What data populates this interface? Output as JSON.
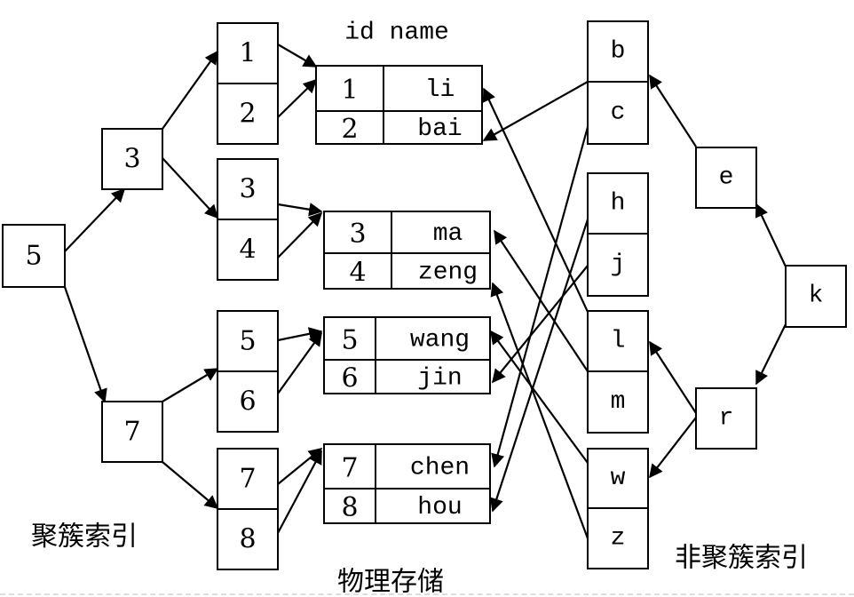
{
  "clustered_index": {
    "label": "聚簇索引",
    "root": "5",
    "level2": [
      "3",
      "7"
    ],
    "leaves": [
      [
        "1",
        "2"
      ],
      [
        "3",
        "4"
      ],
      [
        "5",
        "6"
      ],
      [
        "7",
        "8"
      ]
    ]
  },
  "physical_storage": {
    "label": "物理存储",
    "header": "id name",
    "pages": [
      [
        {
          "id": "1",
          "name": "li"
        },
        {
          "id": "2",
          "name": "bai"
        }
      ],
      [
        {
          "id": "3",
          "name": "ma"
        },
        {
          "id": "4",
          "name": "zeng"
        }
      ],
      [
        {
          "id": "5",
          "name": "wang"
        },
        {
          "id": "6",
          "name": "jin"
        }
      ],
      [
        {
          "id": "7",
          "name": "chen"
        },
        {
          "id": "8",
          "name": "hou"
        }
      ]
    ]
  },
  "nonclustered_index": {
    "label": "非聚簇索引",
    "root": "k",
    "level2": [
      "e",
      "r"
    ],
    "leaves": [
      [
        "b",
        "c"
      ],
      [
        "h",
        "j"
      ],
      [
        "l",
        "m"
      ],
      [
        "w",
        "z"
      ]
    ]
  }
}
